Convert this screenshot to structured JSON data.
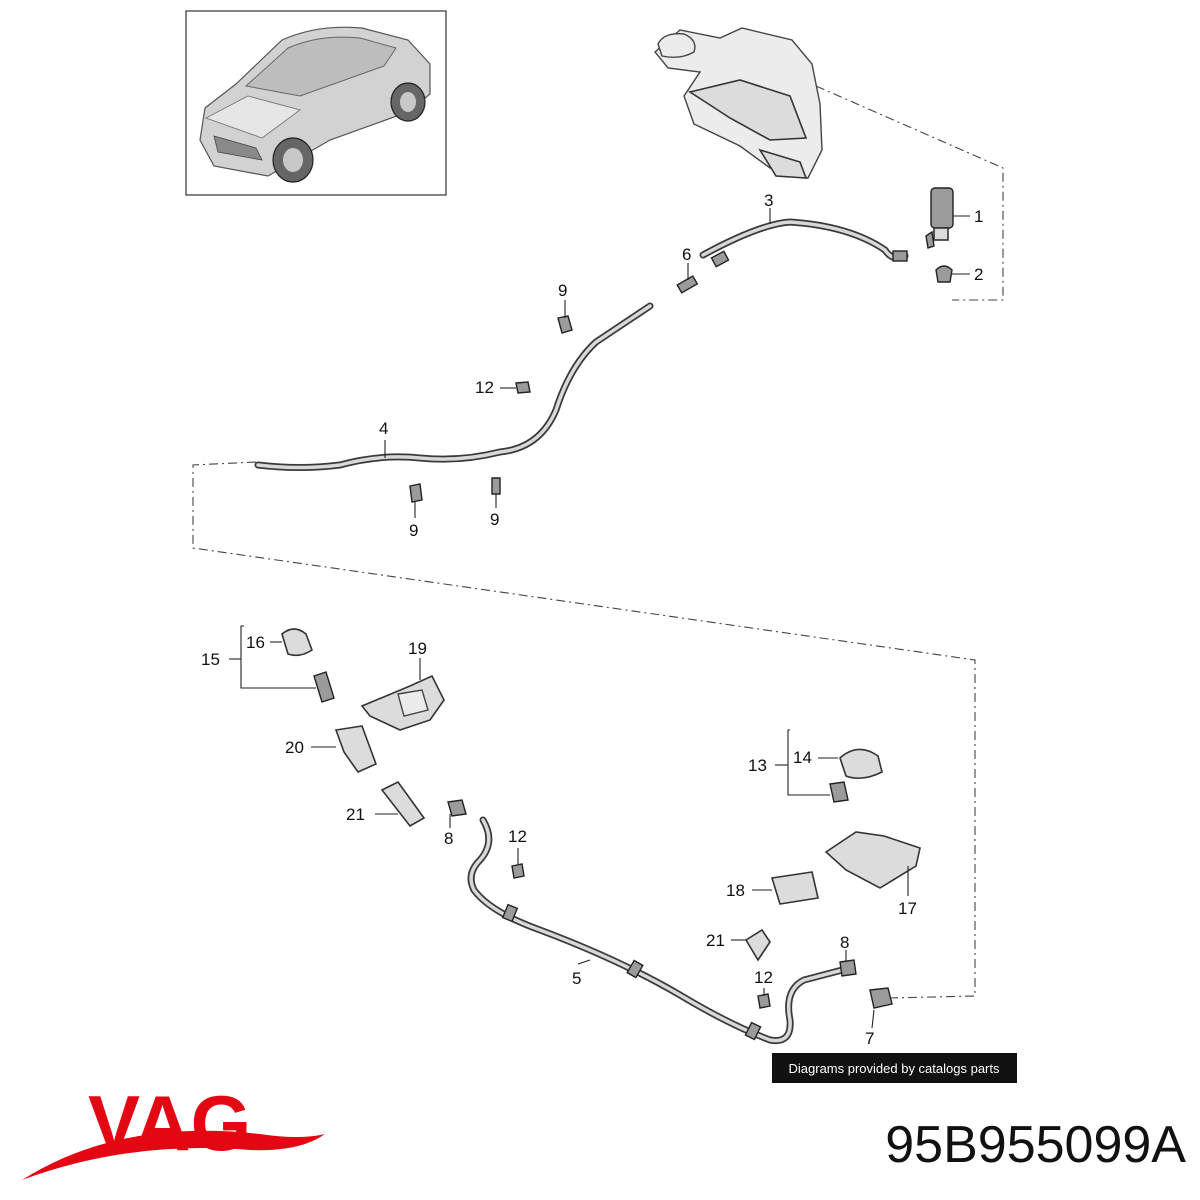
{
  "callouts": [
    "1",
    "2",
    "3",
    "4",
    "5",
    "6",
    "7",
    "8",
    "9",
    "12",
    "13",
    "14",
    "15",
    "16",
    "17",
    "18",
    "19",
    "20",
    "21"
  ],
  "watermark": "Diagrams provided by catalogs parts",
  "brand": {
    "name": "VAG",
    "color": "#e30613"
  },
  "part_number": "95B955099A"
}
